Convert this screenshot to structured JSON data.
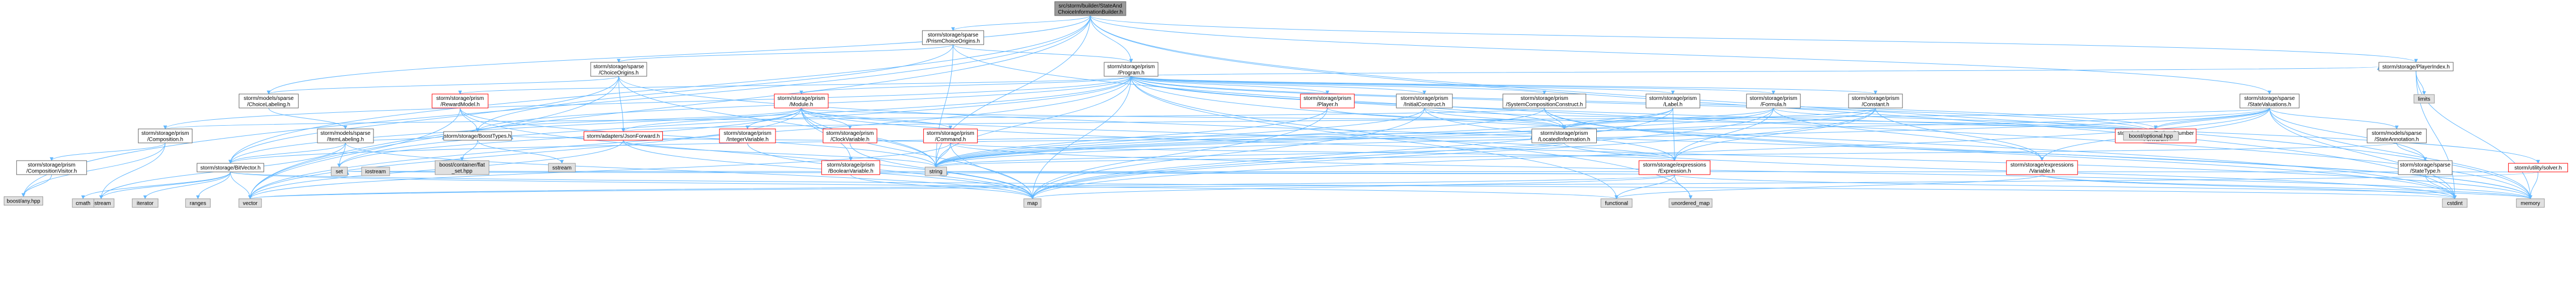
{
  "graph": {
    "edge_color": "#63b8ff",
    "nodes": [
      {
        "id": "root",
        "lines": [
          "src/storm/builder/StateAnd",
          "ChoiceInformationBuilder.h"
        ],
        "kind": "root"
      },
      {
        "id": "PrismChoiceOrigins",
        "lines": [
          "storm/storage/sparse",
          "/PrismChoiceOrigins.h"
        ],
        "kind": "normal"
      },
      {
        "id": "Program",
        "lines": [
          "storm/storage/prism",
          "/Program.h"
        ],
        "kind": "normal"
      },
      {
        "id": "ChoiceOrigins",
        "lines": [
          "storm/storage/sparse",
          "/ChoiceOrigins.h"
        ],
        "kind": "normal"
      },
      {
        "id": "ChoiceLabeling",
        "lines": [
          "storm/models/sparse",
          "/ChoiceLabeling.h"
        ],
        "kind": "normal"
      },
      {
        "id": "ItemLabeling",
        "lines": [
          "storm/models/sparse",
          "/ItemLabeling.h"
        ],
        "kind": "normal"
      },
      {
        "id": "RewardModel",
        "lines": [
          "storm/storage/prism",
          "/RewardModel.h"
        ],
        "kind": "red"
      },
      {
        "id": "Module",
        "lines": [
          "storm/storage/prism",
          "/Module.h"
        ],
        "kind": "red"
      },
      {
        "id": "Player",
        "lines": [
          "storm/storage/prism",
          "/Player.h"
        ],
        "kind": "red"
      },
      {
        "id": "InitialConstruct",
        "lines": [
          "storm/storage/prism",
          "/InitialConstruct.h"
        ],
        "kind": "normal"
      },
      {
        "id": "SystemCompositionConstruct",
        "lines": [
          "storm/storage/prism",
          "/SystemCompositionConstruct.h"
        ],
        "kind": "normal"
      },
      {
        "id": "Label",
        "lines": [
          "storm/storage/prism",
          "/Label.h"
        ],
        "kind": "normal"
      },
      {
        "id": "Formula",
        "lines": [
          "storm/storage/prism",
          "/Formula.h"
        ],
        "kind": "normal"
      },
      {
        "id": "Constant",
        "lines": [
          "storm/storage/prism",
          "/Constant.h"
        ],
        "kind": "normal"
      },
      {
        "id": "StateValuations",
        "lines": [
          "storm/storage/sparse",
          "/StateValuations.h"
        ],
        "kind": "normal"
      },
      {
        "id": "PlayerIndex",
        "lines": [
          "storm/storage/PlayerIndex.h"
        ],
        "kind": "normal"
      },
      {
        "id": "Composition",
        "lines": [
          "storm/storage/prism",
          "/Composition.h"
        ],
        "kind": "normal"
      },
      {
        "id": "CompositionVisitor",
        "lines": [
          "storm/storage/prism",
          "/CompositionVisitor.h"
        ],
        "kind": "normal"
      },
      {
        "id": "BitVector",
        "lines": [
          "storm/storage/BitVector.h"
        ],
        "kind": "normal"
      },
      {
        "id": "BoostTypes",
        "lines": [
          "storm/storage/BoostTypes.h"
        ],
        "kind": "normal"
      },
      {
        "id": "JsonForward",
        "lines": [
          "storm/adapters/JsonForward.h"
        ],
        "kind": "red"
      },
      {
        "id": "IntegerVariable",
        "lines": [
          "storm/storage/prism",
          "/IntegerVariable.h"
        ],
        "kind": "red"
      },
      {
        "id": "ClockVariable",
        "lines": [
          "storm/storage/prism",
          "/ClockVariable.h"
        ],
        "kind": "red"
      },
      {
        "id": "Command",
        "lines": [
          "storm/storage/prism",
          "/Command.h"
        ],
        "kind": "red"
      },
      {
        "id": "BooleanVariable",
        "lines": [
          "storm/storage/prism",
          "/BooleanVariable.h"
        ],
        "kind": "red"
      },
      {
        "id": "LocatedInformation",
        "lines": [
          "storm/storage/prism",
          "/LocatedInformation.h"
        ],
        "kind": "normal"
      },
      {
        "id": "Expression",
        "lines": [
          "storm/storage/expressions",
          "/Expression.h"
        ],
        "kind": "red"
      },
      {
        "id": "Variable",
        "lines": [
          "storm/storage/expressions",
          "/Variable.h"
        ],
        "kind": "red"
      },
      {
        "id": "RationalNumberForward",
        "lines": [
          "storm/adapters/RationalNumber",
          "Forward.h"
        ],
        "kind": "red"
      },
      {
        "id": "StateAnnotation",
        "lines": [
          "storm/models/sparse",
          "/StateAnnotation.h"
        ],
        "kind": "normal"
      },
      {
        "id": "StateType",
        "lines": [
          "storm/storage/sparse",
          "/StateType.h"
        ],
        "kind": "normal"
      },
      {
        "id": "solver",
        "lines": [
          "storm/utility/solver.h"
        ],
        "kind": "red"
      },
      {
        "id": "boost_any",
        "lines": [
          "boost/any.hpp"
        ],
        "kind": "system"
      },
      {
        "id": "boost_optional",
        "lines": [
          "boost/optional.hpp"
        ],
        "kind": "system"
      },
      {
        "id": "flat_set",
        "lines": [
          "boost/container/flat",
          "_set.hpp"
        ],
        "kind": "system"
      },
      {
        "id": "set",
        "lines": [
          "set"
        ],
        "kind": "system"
      },
      {
        "id": "string",
        "lines": [
          "string"
        ],
        "kind": "system"
      },
      {
        "id": "vector",
        "lines": [
          "vector"
        ],
        "kind": "system"
      },
      {
        "id": "map",
        "lines": [
          "map"
        ],
        "kind": "system"
      },
      {
        "id": "memory",
        "lines": [
          "memory"
        ],
        "kind": "system"
      },
      {
        "id": "cstdint",
        "lines": [
          "cstdint"
        ],
        "kind": "system"
      },
      {
        "id": "functional",
        "lines": [
          "functional"
        ],
        "kind": "system"
      },
      {
        "id": "unordered_map",
        "lines": [
          "unordered_map"
        ],
        "kind": "system"
      },
      {
        "id": "ostream",
        "lines": [
          "ostream"
        ],
        "kind": "system"
      },
      {
        "id": "iostream",
        "lines": [
          "iostream"
        ],
        "kind": "system"
      },
      {
        "id": "sstream",
        "lines": [
          "sstream"
        ],
        "kind": "system"
      },
      {
        "id": "cmath",
        "lines": [
          "cmath"
        ],
        "kind": "system"
      },
      {
        "id": "iterator",
        "lines": [
          "iterator"
        ],
        "kind": "system"
      },
      {
        "id": "ranges",
        "lines": [
          "ranges"
        ],
        "kind": "system"
      },
      {
        "id": "limits",
        "lines": [
          "limits"
        ],
        "kind": "system"
      }
    ],
    "edges": [
      [
        "root",
        "PrismChoiceOrigins"
      ],
      [
        "root",
        "Program"
      ],
      [
        "root",
        "StateValuations"
      ],
      [
        "root",
        "PlayerIndex"
      ],
      [
        "root",
        "ChoiceLabeling"
      ],
      [
        "root",
        "BitVector"
      ],
      [
        "root",
        "boost_any"
      ],
      [
        "root",
        "string"
      ],
      [
        "root",
        "vector"
      ],
      [
        "root",
        "memory"
      ],
      [
        "root",
        "cstdint"
      ],
      [
        "PrismChoiceOrigins",
        "ChoiceOrigins"
      ],
      [
        "PrismChoiceOrigins",
        "Program"
      ],
      [
        "PrismChoiceOrigins",
        "BoostTypes"
      ],
      [
        "PrismChoiceOrigins",
        "string"
      ],
      [
        "PrismChoiceOrigins",
        "memory"
      ],
      [
        "ChoiceOrigins",
        "ChoiceLabeling"
      ],
      [
        "ChoiceOrigins",
        "JsonForward"
      ],
      [
        "ChoiceOrigins",
        "BitVector"
      ],
      [
        "ChoiceOrigins",
        "string"
      ],
      [
        "ChoiceOrigins",
        "memory"
      ],
      [
        "ChoiceOrigins",
        "vector"
      ],
      [
        "ChoiceLabeling",
        "ItemLabeling"
      ],
      [
        "ItemLabeling",
        "BitVector"
      ],
      [
        "ItemLabeling",
        "BoostTypes"
      ],
      [
        "ItemLabeling",
        "ostream"
      ],
      [
        "ItemLabeling",
        "set"
      ],
      [
        "ItemLabeling",
        "map"
      ],
      [
        "Program",
        "RewardModel"
      ],
      [
        "Program",
        "Module"
      ],
      [
        "Program",
        "Player"
      ],
      [
        "Program",
        "InitialConstruct"
      ],
      [
        "Program",
        "SystemCompositionConstruct"
      ],
      [
        "Program",
        "Label"
      ],
      [
        "Program",
        "Formula"
      ],
      [
        "Program",
        "Constant"
      ],
      [
        "Program",
        "Composition"
      ],
      [
        "Program",
        "LocatedInformation"
      ],
      [
        "Program",
        "PlayerIndex"
      ],
      [
        "Program",
        "solver"
      ],
      [
        "Program",
        "RationalNumberForward"
      ],
      [
        "Program",
        "BoostTypes"
      ],
      [
        "Program",
        "BitVector"
      ],
      [
        "Program",
        "boost_optional"
      ],
      [
        "Program",
        "set"
      ],
      [
        "Program",
        "string"
      ],
      [
        "Program",
        "vector"
      ],
      [
        "Program",
        "map"
      ],
      [
        "Program",
        "functional"
      ],
      [
        "Program",
        "unordered_map"
      ],
      [
        "Program",
        "cstdint"
      ],
      [
        "RewardModel",
        "BoostTypes"
      ],
      [
        "RewardModel",
        "map"
      ],
      [
        "RewardModel",
        "string"
      ],
      [
        "RewardModel",
        "vector"
      ],
      [
        "Module",
        "IntegerVariable"
      ],
      [
        "Module",
        "ClockVariable"
      ],
      [
        "Module",
        "BooleanVariable"
      ],
      [
        "Module",
        "Command"
      ],
      [
        "Module",
        "BoostTypes"
      ],
      [
        "Module",
        "JsonForward"
      ],
      [
        "Module",
        "Expression"
      ],
      [
        "Module",
        "set"
      ],
      [
        "Module",
        "string"
      ],
      [
        "Module",
        "vector"
      ],
      [
        "Module",
        "map"
      ],
      [
        "Module",
        "memory"
      ],
      [
        "Module",
        "boost_optional"
      ],
      [
        "Player",
        "string"
      ],
      [
        "Player",
        "map"
      ],
      [
        "Player",
        "LocatedInformation"
      ],
      [
        "InitialConstruct",
        "Expression"
      ],
      [
        "InitialConstruct",
        "LocatedInformation"
      ],
      [
        "InitialConstruct",
        "string"
      ],
      [
        "InitialConstruct",
        "map"
      ],
      [
        "InitialConstruct",
        "boost_optional"
      ],
      [
        "SystemCompositionConstruct",
        "Composition"
      ],
      [
        "SystemCompositionConstruct",
        "LocatedInformation"
      ],
      [
        "SystemCompositionConstruct",
        "string"
      ],
      [
        "SystemCompositionConstruct",
        "memory"
      ],
      [
        "SystemCompositionConstruct",
        "cstdint"
      ],
      [
        "Label",
        "Expression"
      ],
      [
        "Label",
        "LocatedInformation"
      ],
      [
        "Label",
        "string"
      ],
      [
        "Label",
        "map"
      ],
      [
        "Formula",
        "Expression"
      ],
      [
        "Formula",
        "Variable"
      ],
      [
        "Formula",
        "LocatedInformation"
      ],
      [
        "Formula",
        "string"
      ],
      [
        "Formula",
        "map"
      ],
      [
        "Formula",
        "boost_optional"
      ],
      [
        "Constant",
        "Expression"
      ],
      [
        "Constant",
        "Variable"
      ],
      [
        "Constant",
        "LocatedInformation"
      ],
      [
        "Constant",
        "string"
      ],
      [
        "Constant",
        "map"
      ],
      [
        "Composition",
        "CompositionVisitor"
      ],
      [
        "Composition",
        "ostream"
      ],
      [
        "Composition",
        "boost_any"
      ],
      [
        "CompositionVisitor",
        "boost_any"
      ],
      [
        "BitVector",
        "cmath"
      ],
      [
        "BitVector",
        "iterator"
      ],
      [
        "BitVector",
        "ranges"
      ],
      [
        "BitVector",
        "ostream"
      ],
      [
        "BitVector",
        "vector"
      ],
      [
        "BitVector",
        "functional"
      ],
      [
        "BitVector",
        "cstdint"
      ],
      [
        "BoostTypes",
        "flat_set"
      ],
      [
        "BoostTypes",
        "sstream"
      ],
      [
        "JsonForward",
        "map"
      ],
      [
        "JsonForward",
        "string"
      ],
      [
        "JsonForward",
        "vector"
      ],
      [
        "IntegerVariable",
        "map"
      ],
      [
        "ClockVariable",
        "map"
      ],
      [
        "BooleanVariable",
        "map"
      ],
      [
        "Command",
        "Expression"
      ],
      [
        "Command",
        "BoostTypes"
      ],
      [
        "Command",
        "LocatedInformation"
      ],
      [
        "Command",
        "map"
      ],
      [
        "Command",
        "string"
      ],
      [
        "Command",
        "vector"
      ],
      [
        "Command",
        "memory"
      ],
      [
        "LocatedInformation",
        "string"
      ],
      [
        "LocatedInformation",
        "cstdint"
      ],
      [
        "Expression",
        "functional"
      ],
      [
        "Expression",
        "map"
      ],
      [
        "Expression",
        "memory"
      ],
      [
        "Expression",
        "unordered_map"
      ],
      [
        "Expression",
        "vector"
      ],
      [
        "Expression",
        "set"
      ],
      [
        "Expression",
        "string"
      ],
      [
        "Variable",
        "cstdint"
      ],
      [
        "Variable",
        "memory"
      ],
      [
        "Variable",
        "functional"
      ],
      [
        "StateValuations",
        "StateAnnotation"
      ],
      [
        "StateValuations",
        "StateType"
      ],
      [
        "StateValuations",
        "Variable"
      ],
      [
        "StateValuations",
        "BitVector"
      ],
      [
        "StateValuations",
        "RationalNumberForward"
      ],
      [
        "StateValuations",
        "JsonForward"
      ],
      [
        "StateValuations",
        "boost_optional"
      ],
      [
        "StateValuations",
        "map"
      ],
      [
        "StateValuations",
        "string"
      ],
      [
        "StateValuations",
        "cstdint"
      ],
      [
        "StateValuations",
        "memory"
      ],
      [
        "StateAnnotation",
        "StateType"
      ],
      [
        "StateAnnotation",
        "string"
      ],
      [
        "StateType",
        "cstdint"
      ],
      [
        "PlayerIndex",
        "limits"
      ],
      [
        "PlayerIndex",
        "cstdint"
      ],
      [
        "PlayerIndex",
        "memory"
      ],
      [
        "solver",
        "memory"
      ],
      [
        "solver",
        "set"
      ],
      [
        "solver",
        "vector"
      ]
    ]
  }
}
